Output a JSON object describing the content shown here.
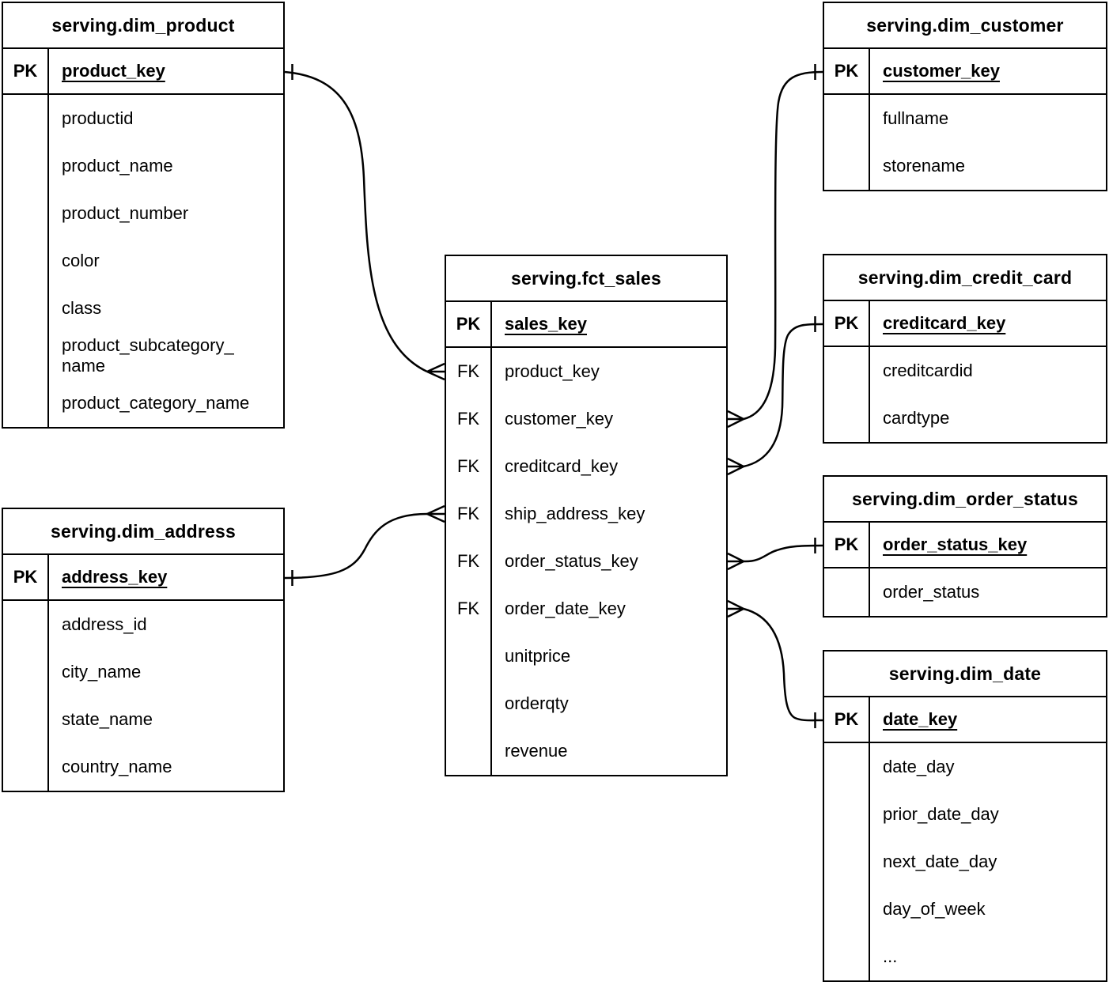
{
  "diagram": {
    "notation": "crow-foot",
    "tables": [
      {
        "id": "dim_product",
        "title": "serving.dim_product",
        "key_badge": "PK",
        "primary_key": "product_key",
        "fields": [
          {
            "badge": "",
            "name": "productid"
          },
          {
            "badge": "",
            "name": "product_name"
          },
          {
            "badge": "",
            "name": "product_number"
          },
          {
            "badge": "",
            "name": "color"
          },
          {
            "badge": "",
            "name": "class"
          },
          {
            "badge": "",
            "name": "product_subcategory_name"
          },
          {
            "badge": "",
            "name": "product_category_name"
          }
        ]
      },
      {
        "id": "dim_customer",
        "title": "serving.dim_customer",
        "key_badge": "PK",
        "primary_key": "customer_key",
        "fields": [
          {
            "badge": "",
            "name": "fullname"
          },
          {
            "badge": "",
            "name": "storename"
          }
        ]
      },
      {
        "id": "fct_sales",
        "title": "serving.fct_sales",
        "key_badge": "PK",
        "primary_key": "sales_key",
        "fields": [
          {
            "badge": "FK",
            "name": "product_key"
          },
          {
            "badge": "FK",
            "name": "customer_key"
          },
          {
            "badge": "FK",
            "name": "creditcard_key"
          },
          {
            "badge": "FK",
            "name": "ship_address_key"
          },
          {
            "badge": "FK",
            "name": "order_status_key"
          },
          {
            "badge": "FK",
            "name": "order_date_key"
          },
          {
            "badge": "",
            "name": "unitprice"
          },
          {
            "badge": "",
            "name": "orderqty"
          },
          {
            "badge": "",
            "name": "revenue"
          }
        ]
      },
      {
        "id": "dim_credit_card",
        "title": "serving.dim_credit_card",
        "key_badge": "PK",
        "primary_key": "creditcard_key",
        "fields": [
          {
            "badge": "",
            "name": "creditcardid"
          },
          {
            "badge": "",
            "name": "cardtype"
          }
        ]
      },
      {
        "id": "dim_order_status",
        "title": "serving.dim_order_status",
        "key_badge": "PK",
        "primary_key": "order_status_key",
        "fields": [
          {
            "badge": "",
            "name": "order_status"
          }
        ]
      },
      {
        "id": "dim_date",
        "title": "serving.dim_date",
        "key_badge": "PK",
        "primary_key": "date_key",
        "fields": [
          {
            "badge": "",
            "name": "date_day"
          },
          {
            "badge": "",
            "name": "prior_date_day"
          },
          {
            "badge": "",
            "name": "next_date_day"
          },
          {
            "badge": "",
            "name": "day_of_week"
          },
          {
            "badge": "",
            "name": "..."
          }
        ]
      },
      {
        "id": "dim_address",
        "title": "serving.dim_address",
        "key_badge": "PK",
        "primary_key": "address_key",
        "fields": [
          {
            "badge": "",
            "name": "address_id"
          },
          {
            "badge": "",
            "name": "city_name"
          },
          {
            "badge": "",
            "name": "state_name"
          },
          {
            "badge": "",
            "name": "country_name"
          }
        ]
      }
    ],
    "relationships": [
      {
        "from_table": "serving.fct_sales",
        "from_field": "product_key",
        "from_cardinality": "many",
        "to_table": "serving.dim_product",
        "to_field": "product_key",
        "to_cardinality": "one"
      },
      {
        "from_table": "serving.fct_sales",
        "from_field": "customer_key",
        "from_cardinality": "many",
        "to_table": "serving.dim_customer",
        "to_field": "customer_key",
        "to_cardinality": "one"
      },
      {
        "from_table": "serving.fct_sales",
        "from_field": "creditcard_key",
        "from_cardinality": "many",
        "to_table": "serving.dim_credit_card",
        "to_field": "creditcard_key",
        "to_cardinality": "one"
      },
      {
        "from_table": "serving.fct_sales",
        "from_field": "ship_address_key",
        "from_cardinality": "many",
        "to_table": "serving.dim_address",
        "to_field": "address_key",
        "to_cardinality": "one"
      },
      {
        "from_table": "serving.fct_sales",
        "from_field": "order_status_key",
        "from_cardinality": "many",
        "to_table": "serving.dim_order_status",
        "to_field": "order_status_key",
        "to_cardinality": "one"
      },
      {
        "from_table": "serving.fct_sales",
        "from_field": "order_date_key",
        "from_cardinality": "many",
        "to_table": "serving.dim_date",
        "to_field": "date_key",
        "to_cardinality": "one"
      }
    ]
  }
}
